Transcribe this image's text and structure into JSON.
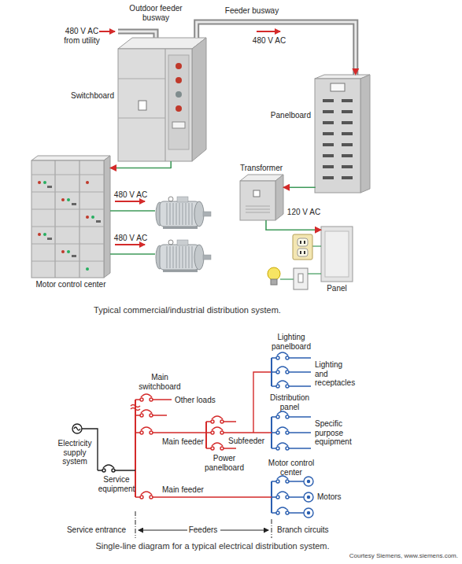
{
  "diagram": {
    "nodes": [
      {
        "text": [
          "Switchboard"
        ]
      },
      {
        "text": [
          "Panelboard"
        ]
      },
      {
        "text": [
          "Motor control center"
        ]
      },
      {
        "text": [
          "Transformer"
        ]
      },
      {
        "text": [
          "Panel"
        ]
      }
    ],
    "edges": [
      {
        "from": 0,
        "to": 1,
        "label": "480 V AC",
        "arrow": "to"
      },
      {
        "from": 0,
        "to": 2,
        "arrow": "to"
      },
      {
        "from": 1,
        "to": 3,
        "arrow": "to"
      },
      {
        "from": 3,
        "to": 4,
        "label": "120 V AC",
        "arrow": "to"
      }
    ],
    "labels": [
      "480 V AC from utility",
      "Outdoor feeder busway",
      "Feeder busway",
      "480 V AC",
      "480 V AC",
      "Typical commercial/industrial distribution system.",
      "Main switchboard",
      "Other loads",
      "Electricity supply system",
      "Service equipment",
      "Main feeder",
      "Power panelboard",
      "Subfeeder",
      "Lighting panelboard",
      "Lighting and receptacles",
      "Distribution panel",
      "Specific purpose equipment",
      "Motor control center",
      "Motors",
      "Main feeder",
      "Service entrance",
      "Feeders",
      "Branch circuits",
      "Single-line diagram for a typical electrical distribution system.",
      "Courtesy Siemens, www.siemens.com."
    ]
  }
}
